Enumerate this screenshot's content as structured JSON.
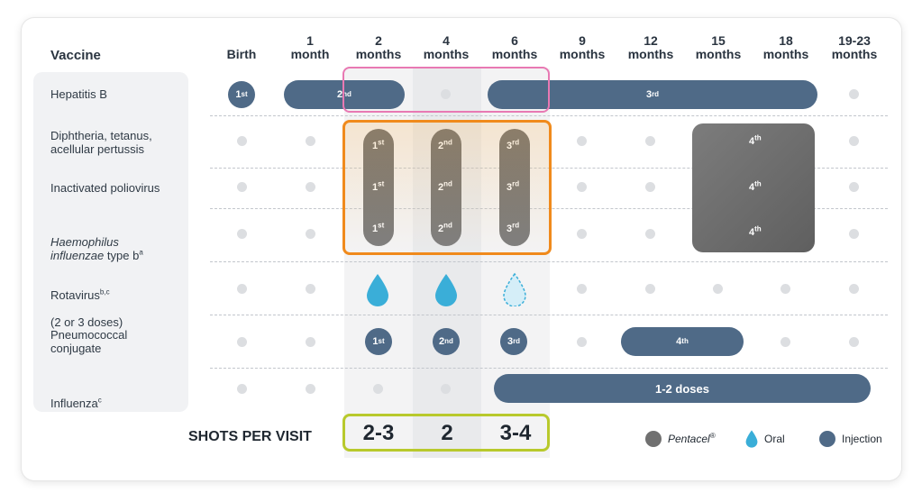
{
  "header": {
    "vaccine": "Vaccine",
    "ages": [
      "Birth",
      "1\nmonth",
      "2\nmonths",
      "4\nmonths",
      "6\nmonths",
      "9\nmonths",
      "12\nmonths",
      "15\nmonths",
      "18\nmonths",
      "19-23\nmonths"
    ]
  },
  "vaccines": {
    "hepb": "Hepatitis B",
    "dtap": "Diphtheria, tetanus,\nacellular pertussis",
    "ipv": "Inactivated poliovirus",
    "hib_italic": "Haemophilus\ninfluenzae",
    "hib_rest": " type b",
    "hib_sup": "a",
    "rota": "Rotavirus",
    "rota_sup": "b,c",
    "rota_note": "(2 or 3 doses)",
    "pcv": "Pneumococcal\nconjugate",
    "flu": "Influenza",
    "flu_sup": "c"
  },
  "doses": {
    "first": "1",
    "first_sup": "st",
    "second": "2",
    "second_sup": "nd",
    "third": "3",
    "third_sup": "rd",
    "fourth": "4",
    "fourth_sup": "th",
    "flu_range": "1-2 doses"
  },
  "shots": {
    "label": "SHOTS PER VISIT",
    "values": [
      "2-3",
      "2",
      "3-4"
    ]
  },
  "legend": {
    "pentacel": "Pentacel",
    "pentacel_sup": "®",
    "oral": "Oral",
    "injection": "Injection"
  },
  "colors": {
    "injection": "#4f6a87",
    "pentacel": "#707070",
    "oral": "#3aaed8",
    "pink_frame": "#e879b3",
    "orange_frame": "#f08a1c",
    "green_frame": "#b8c92c"
  }
}
